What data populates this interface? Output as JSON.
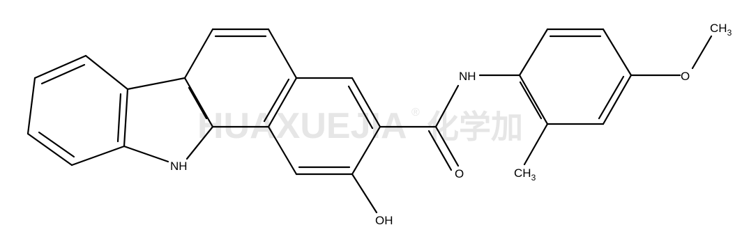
{
  "watermark": {
    "latin": "HUAXUEJIA",
    "registered": "®",
    "chinese": "化学加"
  },
  "atoms": {
    "nh_ring": "NH",
    "nh_amide": "NH",
    "oxygen_carbonyl": "O",
    "hydroxyl": "OH",
    "methoxy_o": "O",
    "methoxy_ch": "CH",
    "methoxy_sub": "3",
    "methyl_ch": "CH",
    "methyl_sub": "3"
  },
  "colors": {
    "bond": "#000000",
    "watermark": "#e6e6e6"
  }
}
